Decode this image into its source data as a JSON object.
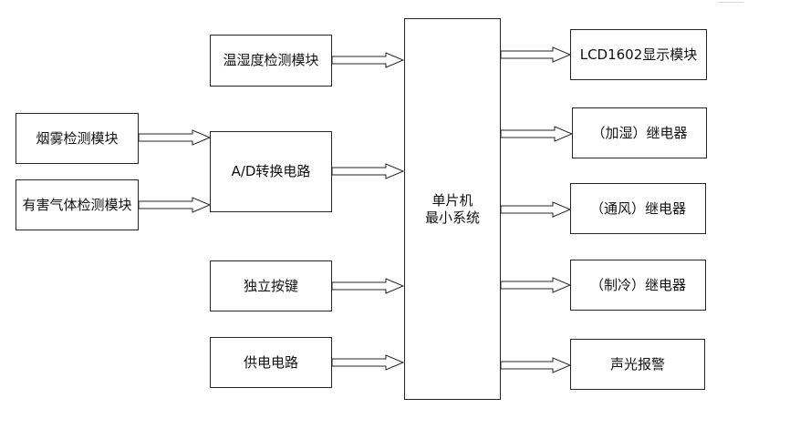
{
  "diagram": {
    "inputs": {
      "temp_humidity": "温湿度检测模块",
      "smoke": "烟雾检测模块",
      "harmful_gas": "有害气体检测模块",
      "adc": "A/D转换电路",
      "keys": "独立按键",
      "power": "供电电路"
    },
    "mcu": {
      "line1": "单片机",
      "line2": "最小系统"
    },
    "outputs": {
      "lcd": "LCD1602显示模块",
      "humidify_relay": "（加湿）继电器",
      "ventilation_relay": "（通风）继电器",
      "cooling_relay": "（制冷）继电器",
      "alarm": "声光报警"
    }
  }
}
